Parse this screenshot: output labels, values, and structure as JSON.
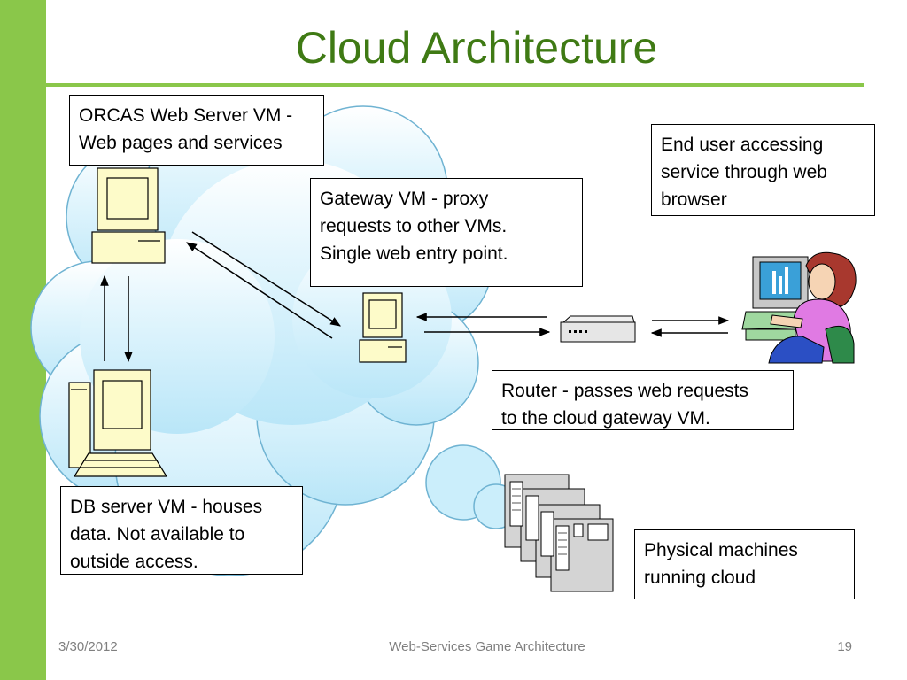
{
  "slide": {
    "title": "Cloud Architecture",
    "footer": {
      "date": "3/30/2012",
      "center": "Web-Services Game Architecture",
      "page_number": "19"
    }
  },
  "labels": {
    "web_server": "ORCAS Web Server VM -\nWeb pages and services",
    "gateway": "Gateway VM - proxy\nrequests to other VMs.\nSingle web entry point.",
    "end_user": "End user accessing\nservice through web\nbrowser",
    "router": "Router - passes web requests\nto the cloud gateway VM.",
    "db_server": "DB server VM - houses\ndata. Not available to\noutside access.",
    "physical": "Physical machines\nrunning cloud"
  },
  "colors": {
    "accent": "#8ac74a",
    "title": "#3f7a14",
    "cloud_fill": "#cbeefb",
    "cloud_stroke": "#6fb3d2",
    "computer_fill": "#fdfbc9"
  }
}
